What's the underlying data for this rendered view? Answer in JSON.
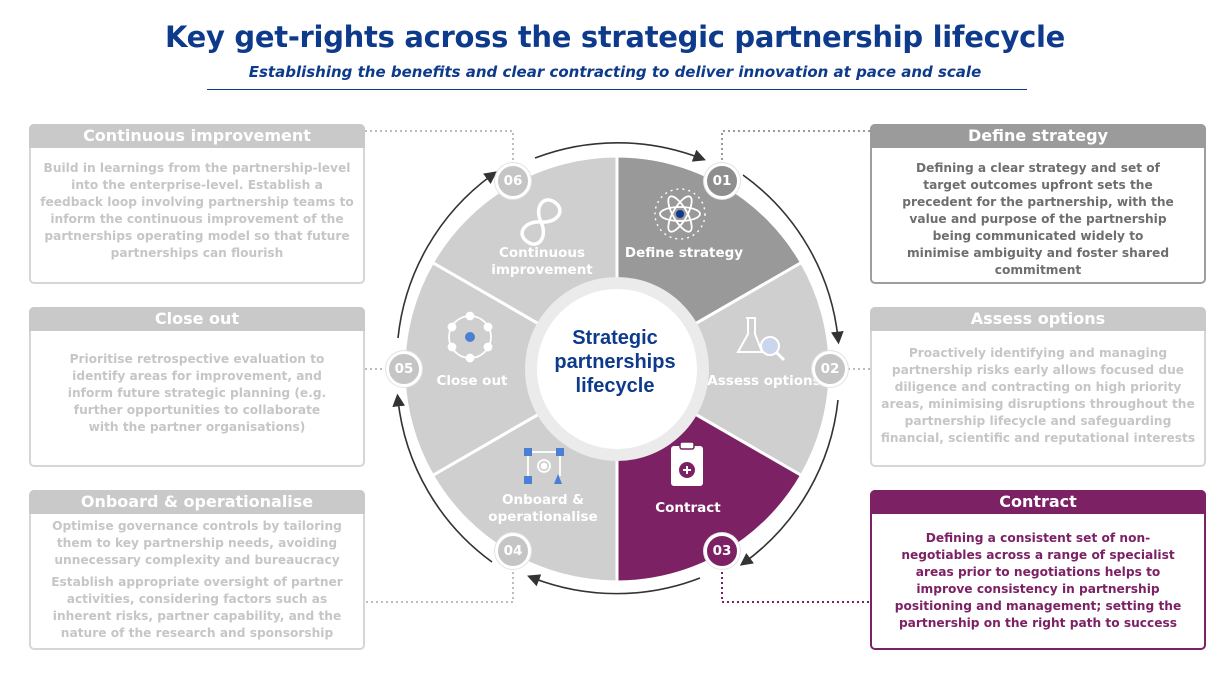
{
  "header": {
    "title": "Key get-rights across the strategic partnership lifecycle",
    "subtitle": "Establishing the benefits and clear contracting to deliver innovation at pace and scale"
  },
  "center": {
    "label": "Strategic partnerships lifecycle"
  },
  "segments": [
    {
      "number": "01",
      "label": "Define strategy",
      "color": "#999999",
      "icon": "atom-icon"
    },
    {
      "number": "02",
      "label": "Assess options",
      "color": "#cfcfcf",
      "icon": "flask-magnifier-icon"
    },
    {
      "number": "03",
      "label": "Contract",
      "color": "#7d2165",
      "icon": "clipboard-icon"
    },
    {
      "number": "04",
      "label": "Onboard & operationalise",
      "color": "#cfcfcf",
      "icon": "process-gear-icon"
    },
    {
      "number": "05",
      "label": "Close out",
      "color": "#cfcfcf",
      "icon": "network-icon"
    },
    {
      "number": "06",
      "label": "Continuous improvement",
      "color": "#cfcfcf",
      "icon": "infinity-loop-icon"
    }
  ],
  "boxes": {
    "define_strategy": {
      "title": "Define strategy",
      "text": "Defining a clear strategy and set of target outcomes upfront sets the precedent for the partnership, with the value and purpose of the partnership being communicated widely to minimise ambiguity and foster shared commitment"
    },
    "assess_options": {
      "title": "Assess options",
      "text": "Proactively identifying and managing partnership risks early allows focused due diligence and contracting on high priority areas, minimising disruptions throughout the partnership lifecycle and safeguarding financial, scientific and reputational interests"
    },
    "contract": {
      "title": "Contract",
      "text": "Defining a consistent set of non-negotiables across a range of specialist areas prior to negotiations helps to improve consistency in partnership positioning and management; setting the partnership on the right path to success"
    },
    "onboard": {
      "title": "Onboard & operationalise",
      "text1": "Optimise governance controls by tailoring them to key partnership needs, avoiding unnecessary complexity and bureaucracy",
      "text2": "Establish appropriate oversight of partner activities, considering factors such as inherent risks, partner capability, and the nature of the research and sponsorship"
    },
    "close_out": {
      "title": "Close out",
      "text": "Prioritise retrospective evaluation to identify areas for improvement, and inform future strategic planning (e.g. further opportunities to collaborate with the partner organisations)"
    },
    "continuous_improvement": {
      "title": "Continuous improvement",
      "text": "Build in learnings from the partnership-level into the enterprise-level. Establish a feedback loop involving partnership teams to inform the continuous improvement of the partnerships operating model so that future partnerships can flourish"
    }
  },
  "colors": {
    "brand_blue": "#0e3a8c",
    "purple": "#7d2165",
    "dark_grey": "#999999",
    "light_grey": "#cfcfcf"
  }
}
